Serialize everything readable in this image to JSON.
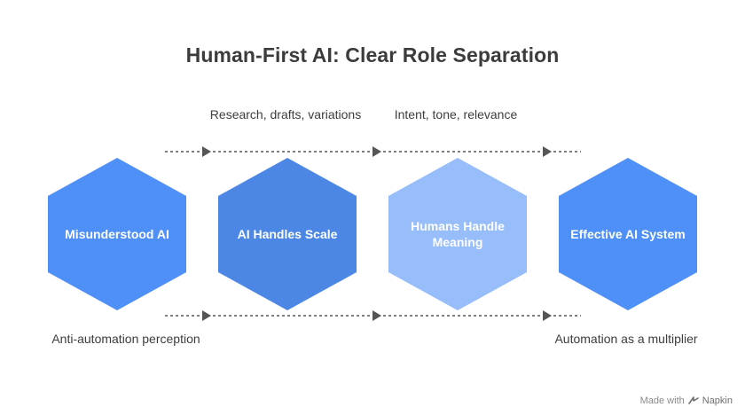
{
  "title": "Human-First AI: Clear Role Separation",
  "steps": [
    {
      "label": "Misunderstood AI",
      "color": "#4e8ff8"
    },
    {
      "label": "AI Handles Scale",
      "color": "#4c87e6"
    },
    {
      "label": "Humans Handle Meaning",
      "color": "#97bdfb"
    },
    {
      "label": "Effective AI System",
      "color": "#4e8ff8"
    }
  ],
  "notes": {
    "top_1": "Research, drafts, variations",
    "top_2": "Intent, tone, relevance",
    "bottom_start": "Anti-automation perception",
    "bottom_end": "Automation as a multiplier"
  },
  "connector_color": "#555555",
  "watermark": {
    "prefix": "Made with",
    "brand": "Napkin",
    "icon": "napkin-logo-icon"
  }
}
